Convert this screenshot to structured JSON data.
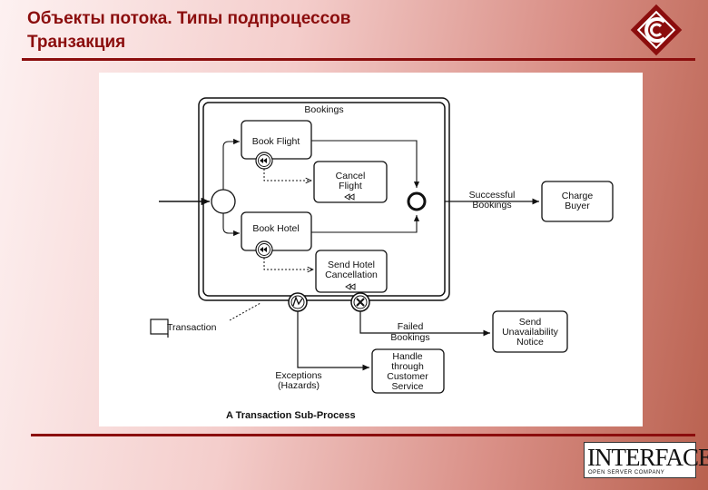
{
  "slide": {
    "title_line1": "Объекты потока. Типы подпроцессов",
    "title_line2": "Транзакция"
  },
  "diagram": {
    "subprocess_label": "Bookings",
    "tasks": {
      "book_flight": "Book Flight",
      "book_hotel": "Book Hotel",
      "cancel_flight": [
        "Cancel",
        "Flight"
      ],
      "send_hotel_cancellation": [
        "Send Hotel",
        "Cancellation"
      ],
      "charge_buyer": [
        "Charge",
        "Buyer"
      ],
      "send_unavailability": [
        "Send",
        "Unavailability",
        "Notice"
      ],
      "handle_customer_service": [
        "Handle",
        "through",
        "Customer",
        "Service"
      ]
    },
    "flow_labels": {
      "successful_bookings": [
        "Successful",
        "Bookings"
      ],
      "failed_bookings": [
        "Failed",
        "Bookings"
      ],
      "exceptions": [
        "Exceptions",
        "(Hazards)"
      ]
    },
    "annotation": "Transaction",
    "caption": "A Transaction Sub-Process"
  },
  "footer": {
    "brand": "INTERFACE",
    "tagline": "OPEN SERVER COMPANY"
  }
}
